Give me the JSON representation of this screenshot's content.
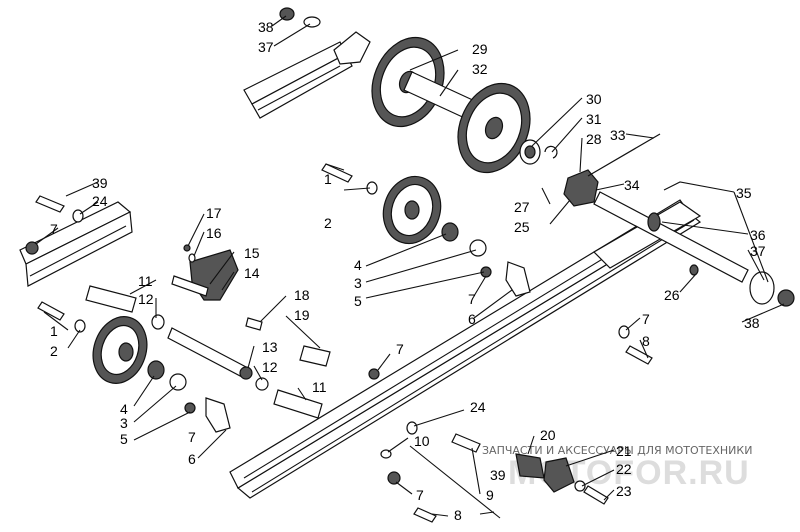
{
  "watermark": {
    "line1": "ЗАПЧАСТИ И АКСЕССУАРЫ ДЛЯ МОТОТЕХНИКИ",
    "logo": "MOTOFOR.RU"
  },
  "callouts": {
    "c1": "1",
    "c2": "2",
    "c3": "3",
    "c4": "4",
    "c5": "5",
    "c6": "6",
    "c7": "7",
    "c8": "8",
    "c9": "9",
    "c10": "10",
    "c11": "11",
    "c12": "12",
    "c13": "13",
    "c14": "14",
    "c15": "15",
    "c16": "16",
    "c17": "17",
    "c18": "18",
    "c19": "19",
    "c20": "20",
    "c21": "21",
    "c22": "22",
    "c23": "23",
    "c24": "24",
    "c25": "25",
    "c26": "26",
    "c27": "27",
    "c28": "28",
    "c29": "29",
    "c30": "30",
    "c31": "31",
    "c32": "32",
    "c33": "33",
    "c34": "34",
    "c35": "35",
    "c36": "36",
    "c37": "37",
    "c38": "38",
    "c39": "39"
  }
}
